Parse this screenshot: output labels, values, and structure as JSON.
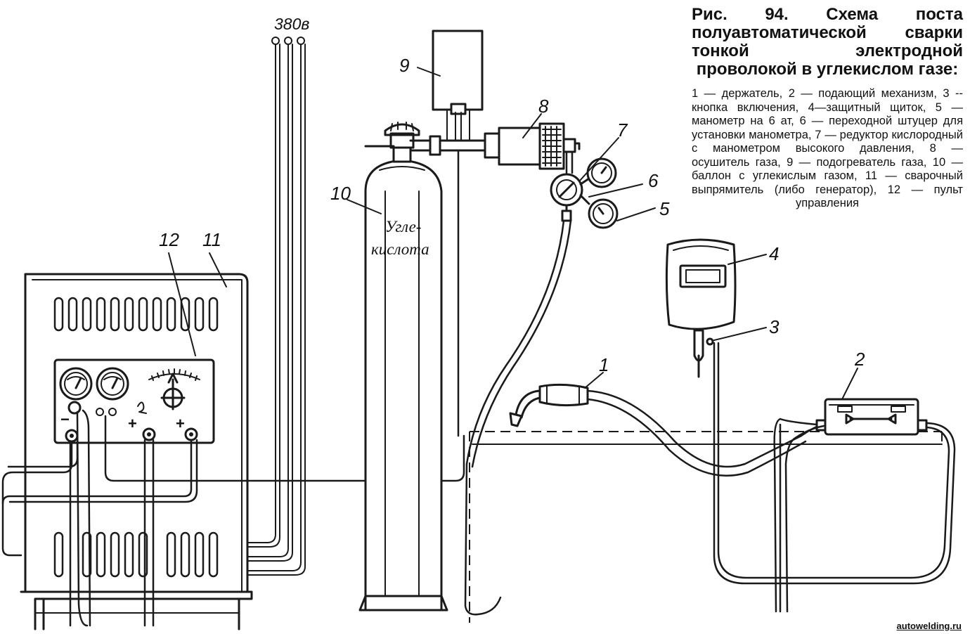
{
  "caption": {
    "title": "Рис. 94. Схема поста полуавтоматической сварки тонкой электродной проволокой в углекислом газе:",
    "legend": "1 — держатель, 2 — подающий механизм, 3 -- кнопка включения, 4—защитный щиток, 5 — манометр на 6 ат, 6 — переходной штуцер для установки манометра, 7 — редуктор кислородный с манометром высокого давления, 8 — осушитель газа, 9 — подогреватель газа, 10 — баллон с углекислым газом, 11 — сварочный выпрямитель (либо генератор), 12 — пульт управления"
  },
  "labels": {
    "n1": "1",
    "n2": "2",
    "n3": "3",
    "n4": "4",
    "n5": "5",
    "n6": "6",
    "n7": "7",
    "n8": "8",
    "n9": "9",
    "n10": "10",
    "n11": "11",
    "n12": "12"
  },
  "voltage": "380в",
  "cylinder_text": {
    "line1": "Угле-",
    "line2": "кислота"
  },
  "panel_symbols": {
    "minus": "−",
    "plus_left": "+",
    "plus_right": "+"
  },
  "watermark": "autowelding.ru"
}
